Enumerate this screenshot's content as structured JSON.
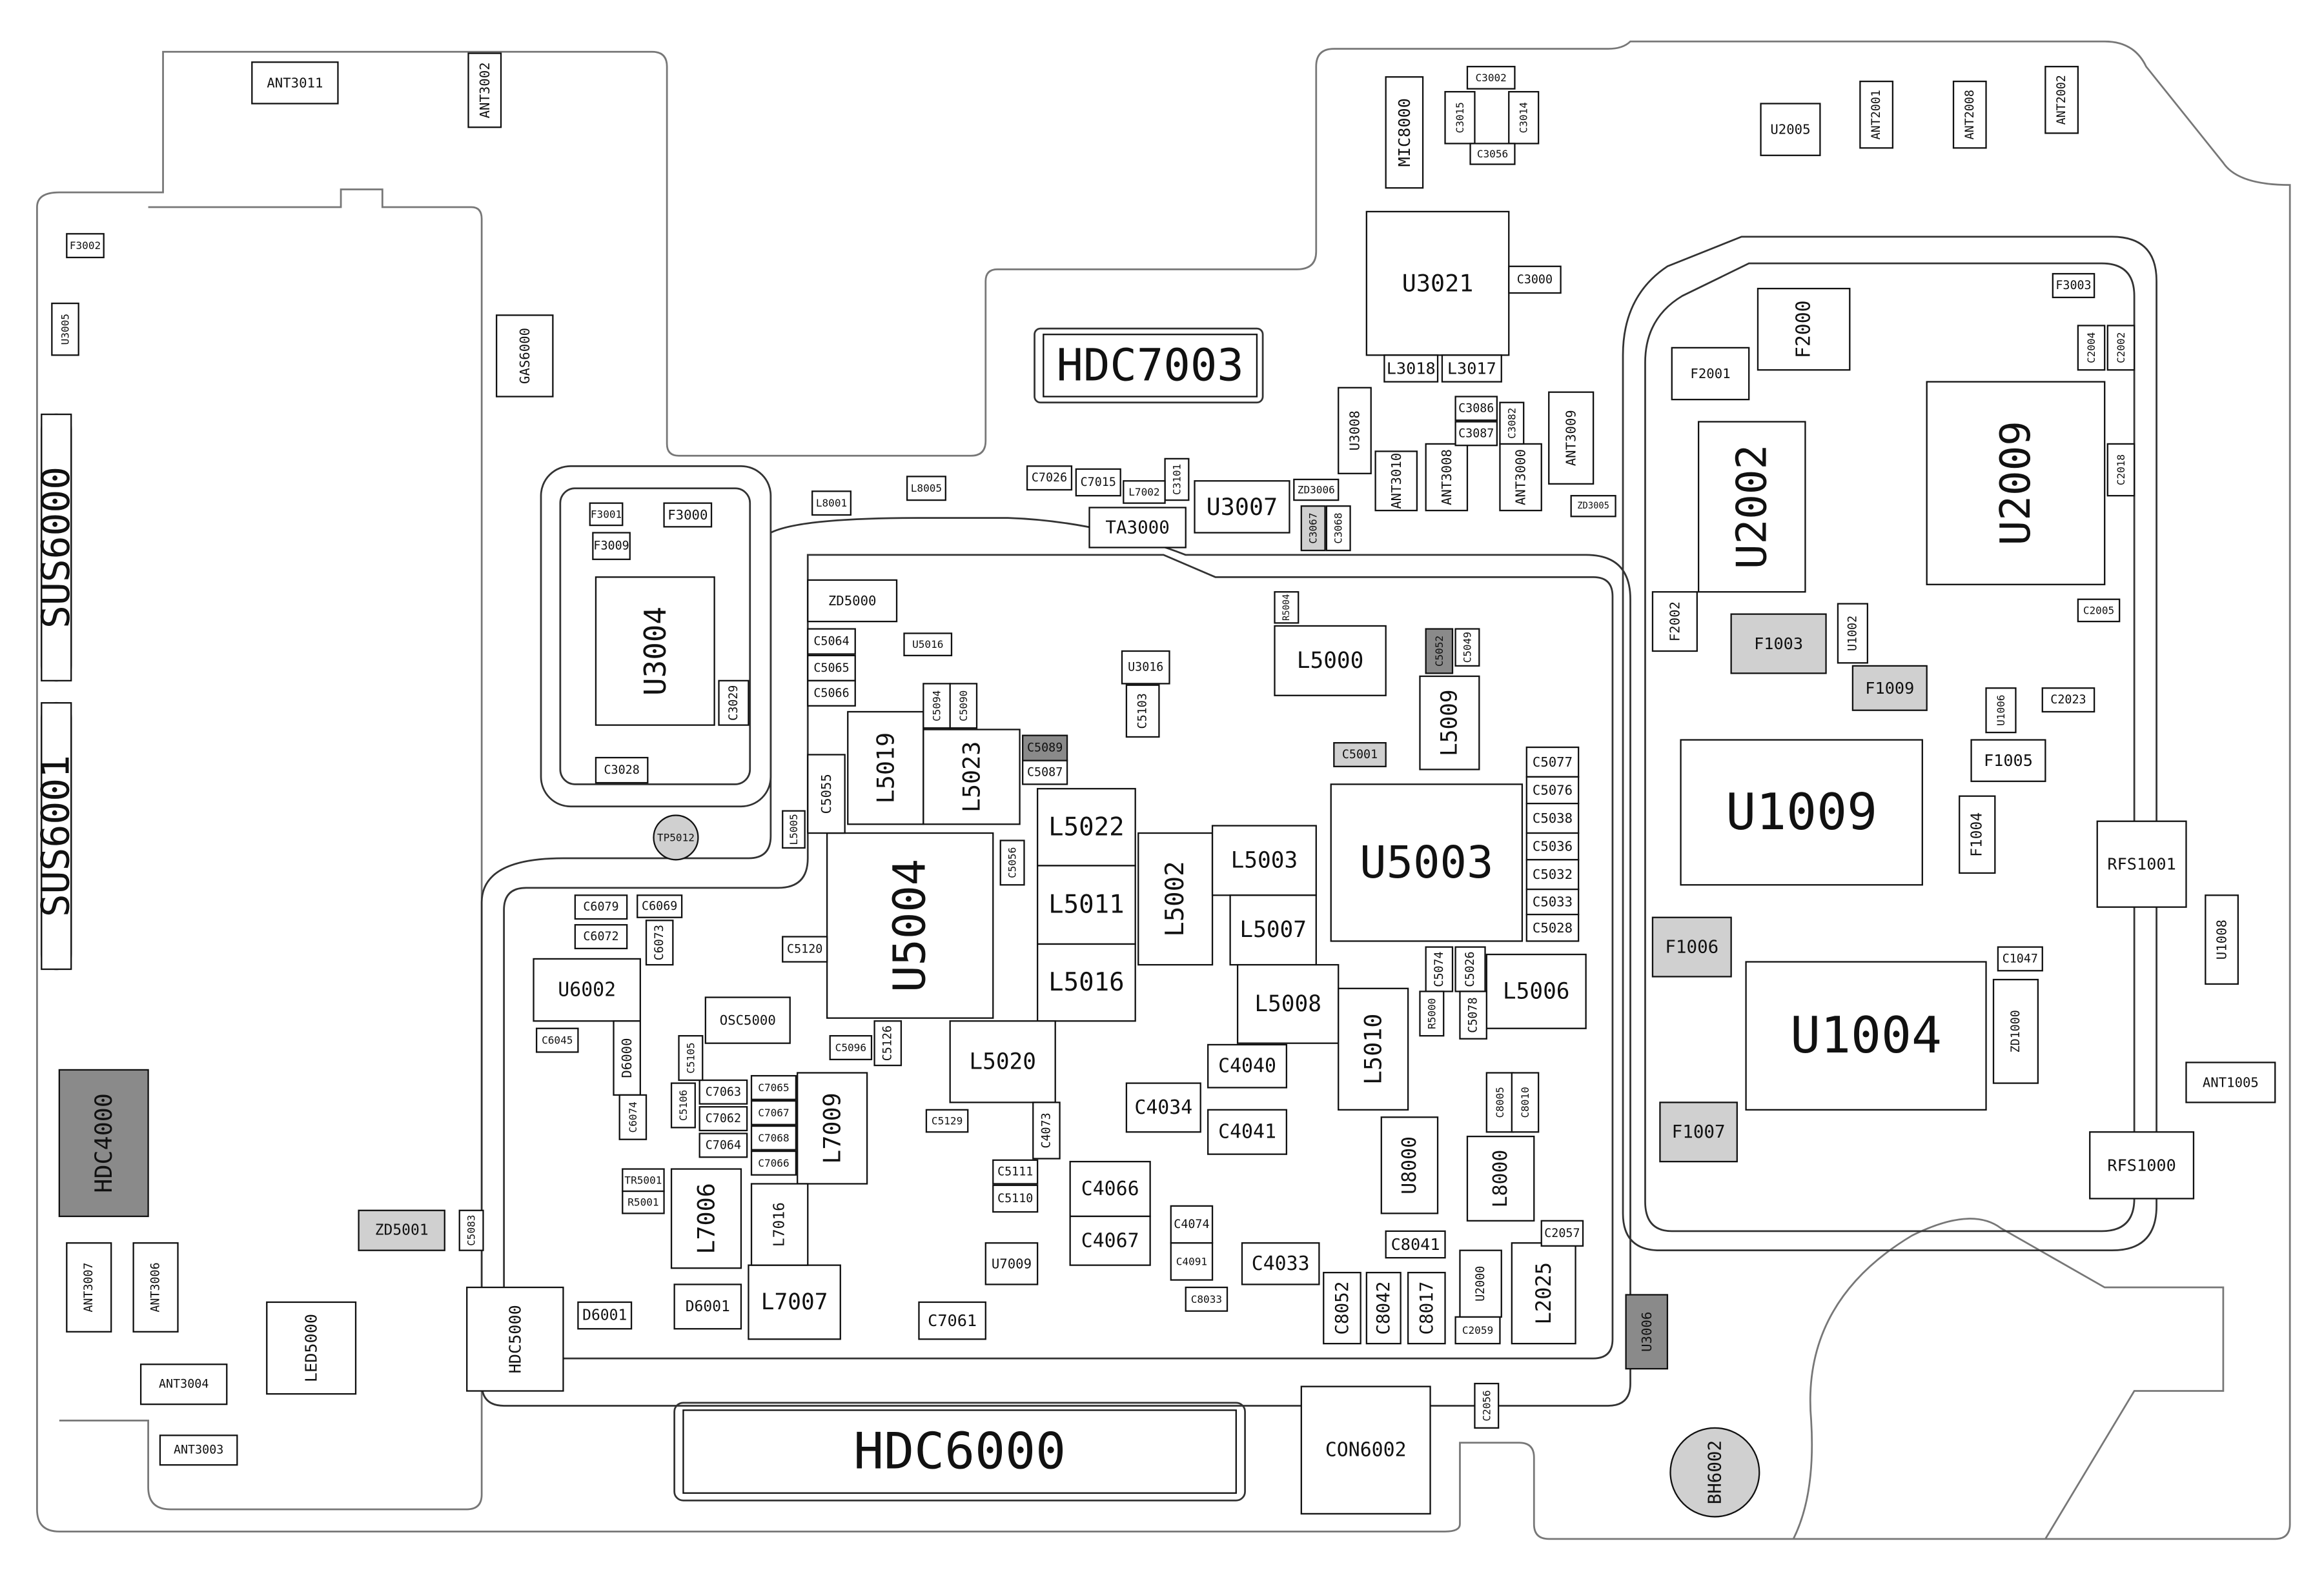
{
  "title": "PCB component layout",
  "colors": {
    "stroke": "#111111",
    "light_fill": "#d0d0d0",
    "dark_fill": "#8a8a8a",
    "outline": "#777777"
  },
  "components": [
    "HDC7003",
    "HDC6000",
    "U5004",
    "U5003",
    "U1009",
    "U1004",
    "U2002",
    "U2009",
    "U3021",
    "U3004",
    "U3007",
    "SUS6000",
    "SUS6001",
    "HDC4000",
    "L5022",
    "L5011",
    "L5016",
    "L5002",
    "L5003",
    "L5007",
    "L5008",
    "L5010",
    "L5006",
    "L5000",
    "L5009",
    "L5019",
    "L5023",
    "L5020",
    "L7009",
    "L7006",
    "L7007",
    "L7016",
    "C4040",
    "C4034",
    "C4041",
    "C4066",
    "C4067",
    "C4033",
    "C8052",
    "C8042",
    "C8017",
    "L2025",
    "L8000",
    "U8000",
    "C8041",
    "CON6002",
    "BH6002",
    "LED5000",
    "HDC5000",
    "F1006",
    "F1007",
    "F1003",
    "F1009",
    "F1005",
    "F1004",
    "RFS1001",
    "RFS1000",
    "ANT1005",
    "U6002",
    "OSC5000",
    "D6000",
    "D6001",
    "ZD5000",
    "ZD5001",
    "TA3000",
    "U3008",
    "ANT3010",
    "ANT3008",
    "ANT3000",
    "ANT3009",
    "C7061",
    "U7009",
    "TP5012",
    "F2000",
    "F2001",
    "F2002",
    "U3006",
    "MIC8000",
    "ANT3011",
    "ANT3002",
    "ANT2001",
    "ANT2008",
    "ANT2002",
    "U2005",
    "ANT3007",
    "ANT3006",
    "ANT3004",
    "ANT3003",
    "U1008",
    "ZD1000",
    "C5077",
    "C5076",
    "C5038",
    "C5036",
    "C5032",
    "C5033",
    "C5028",
    "C5074",
    "C5026",
    "C5001",
    "C5089",
    "C5087",
    "C5055",
    "C5064",
    "C5065",
    "C5066",
    "C5094",
    "C5090",
    "C5056",
    "C5096",
    "C5126",
    "C5129",
    "C7063",
    "C7062",
    "C7064",
    "C7067",
    "C7068",
    "C7066",
    "C7065",
    "C5110",
    "C5111",
    "C4074",
    "C4091",
    "C4073",
    "R5000",
    "C5078",
    "C8005",
    "C8010",
    "C2057",
    "C2059",
    "U2000",
    "F3000",
    "F3009",
    "F3001",
    "C3028",
    "C3029",
    "U3016",
    "C5103",
    "C6079",
    "C6072",
    "C6069",
    "C6073",
    "C5120",
    "C6045",
    "C6074",
    "C5106",
    "C5105",
    "R5001",
    "TR5001",
    "L5005",
    "C3015",
    "C3014",
    "C3002",
    "C3056",
    "C3000",
    "L3018",
    "L3017",
    "C3086",
    "C3087",
    "C3082",
    "C3067",
    "C3068",
    "ZD3006",
    "C7026",
    "C7015",
    "C3101",
    "L7002",
    "L8005",
    "L8001",
    "GAS6000",
    "F3002",
    "U3005",
    "C2004",
    "C2002",
    "C2018",
    "C2005",
    "C2023",
    "U1002",
    "U1006",
    "C1047",
    "D6001",
    "C8033",
    "ZD3005",
    "U5016",
    "R5004",
    "C5049",
    "C5052",
    "C2056",
    "F3003",
    "C5083"
  ]
}
